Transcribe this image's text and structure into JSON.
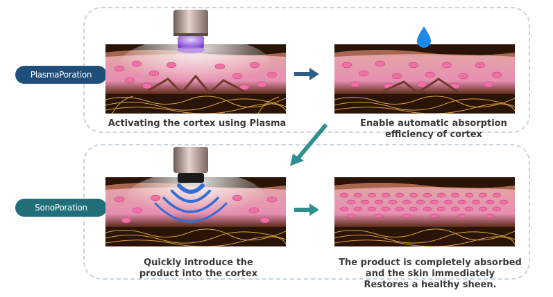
{
  "labels": {
    "plasma": "PlasmaPoration",
    "sono": "SonoPoration"
  },
  "captions": {
    "step1": "Activating the cortex using Plasma",
    "step2_line1": "Enable automatic absorption",
    "step2_line2": "efficiency of cortex",
    "step3_line1": "Quickly introduce the",
    "step3_line2": "product into the cortex",
    "step4_line1": "The product is completely absorbed",
    "step4_line2": "and the skin immediately",
    "step4_line3": "Restores a healthy sheen."
  },
  "colors": {
    "plasma_pill": "#1f4e7a",
    "sono_pill": "#1f6e78",
    "arrow_blue": "#2e5b8a",
    "arrow_teal": "#2f8f8f",
    "skin_pink": "#e89bb5",
    "cell_pink": "#f06fa6",
    "nerve_gold": "#d9a23a",
    "device_glow": "#9b5fe0",
    "sound_wave": "#2f6fd6",
    "water_drop": "#1e88e5"
  },
  "icons": {
    "device": "handpiece-icon",
    "drop": "water-drop-icon",
    "waves": "ultrasound-wave-icon"
  }
}
